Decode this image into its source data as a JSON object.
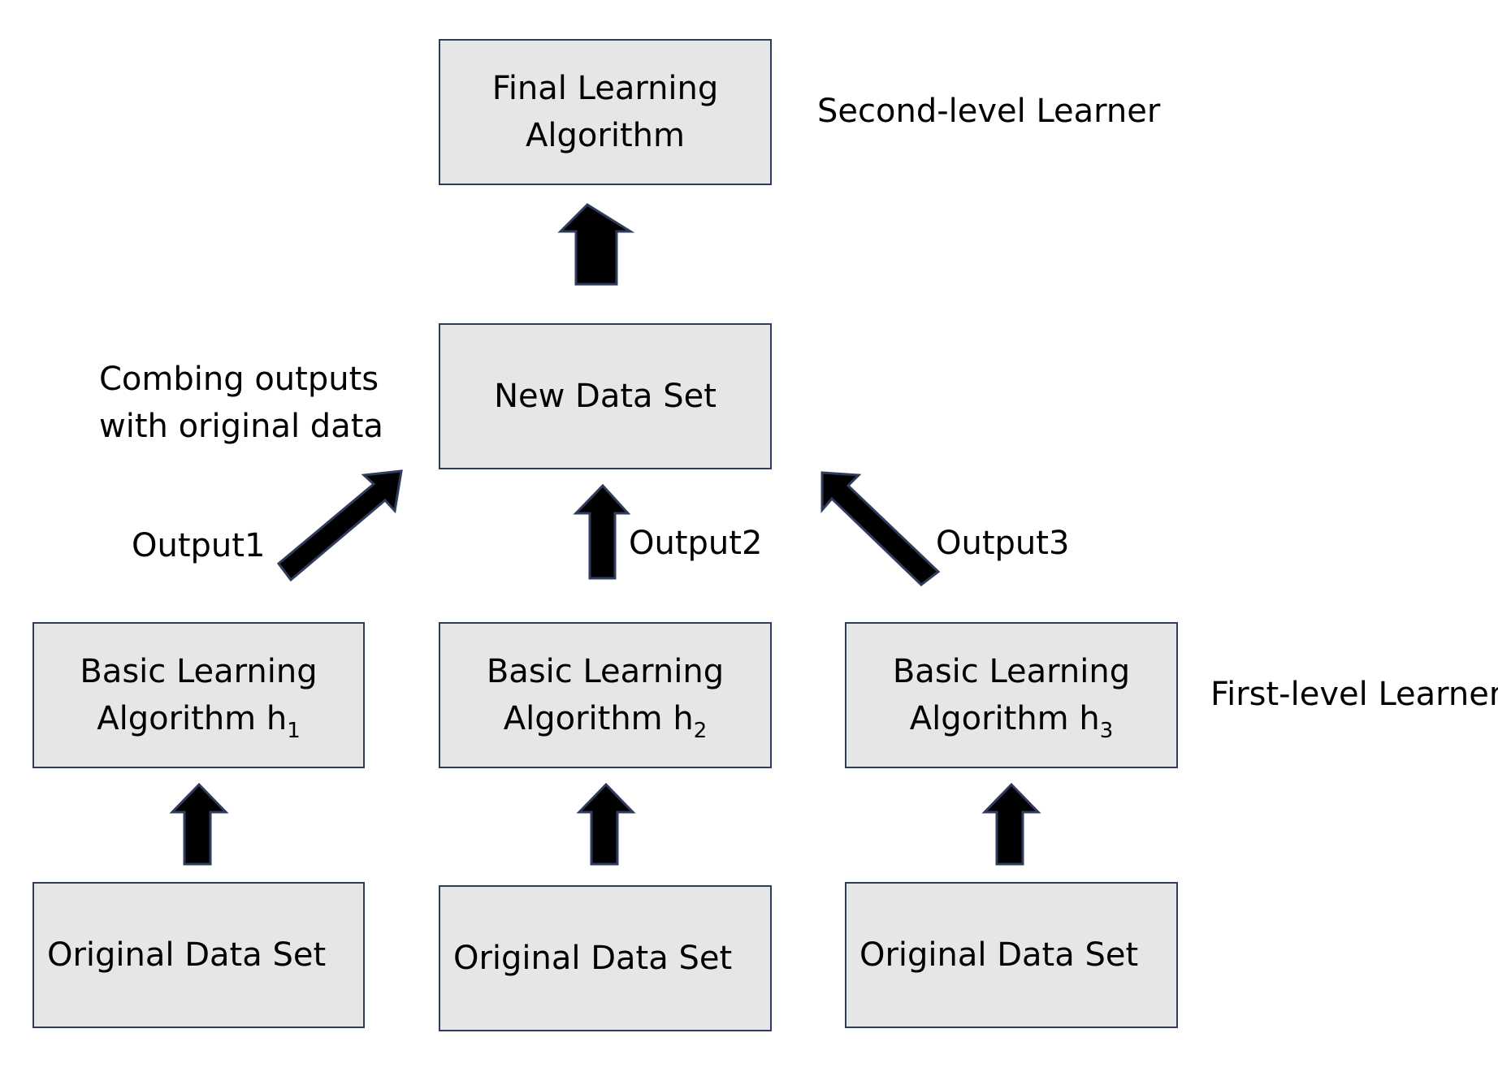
{
  "nodes": {
    "final": {
      "line1": "Final Learning",
      "line2": "Algorithm"
    },
    "new_data": {
      "label": "New Data Set"
    },
    "basic1": {
      "line1": "Basic Learning",
      "line2": "Algorithm h",
      "sub": "1"
    },
    "basic2": {
      "line1": "Basic Learning",
      "line2": "Algorithm h",
      "sub": "2"
    },
    "basic3": {
      "line1": "Basic Learning",
      "line2": "Algorithm h",
      "sub": "3"
    },
    "orig1": {
      "label": "Original Data Set"
    },
    "orig2": {
      "label": "Original Data Set"
    },
    "orig3": {
      "label": "Original Data Set"
    }
  },
  "labels": {
    "second_level": "Second-level Learner",
    "first_level": "First-level Learner",
    "combining_line1": "Combing outputs",
    "combining_line2": "with original data",
    "output1": "Output1",
    "output2": "Output2",
    "output3": "Output3"
  },
  "colors": {
    "box_fill": "#e7e6e6",
    "box_border": "#2f3c5c",
    "arrow_fill": "#000000"
  }
}
